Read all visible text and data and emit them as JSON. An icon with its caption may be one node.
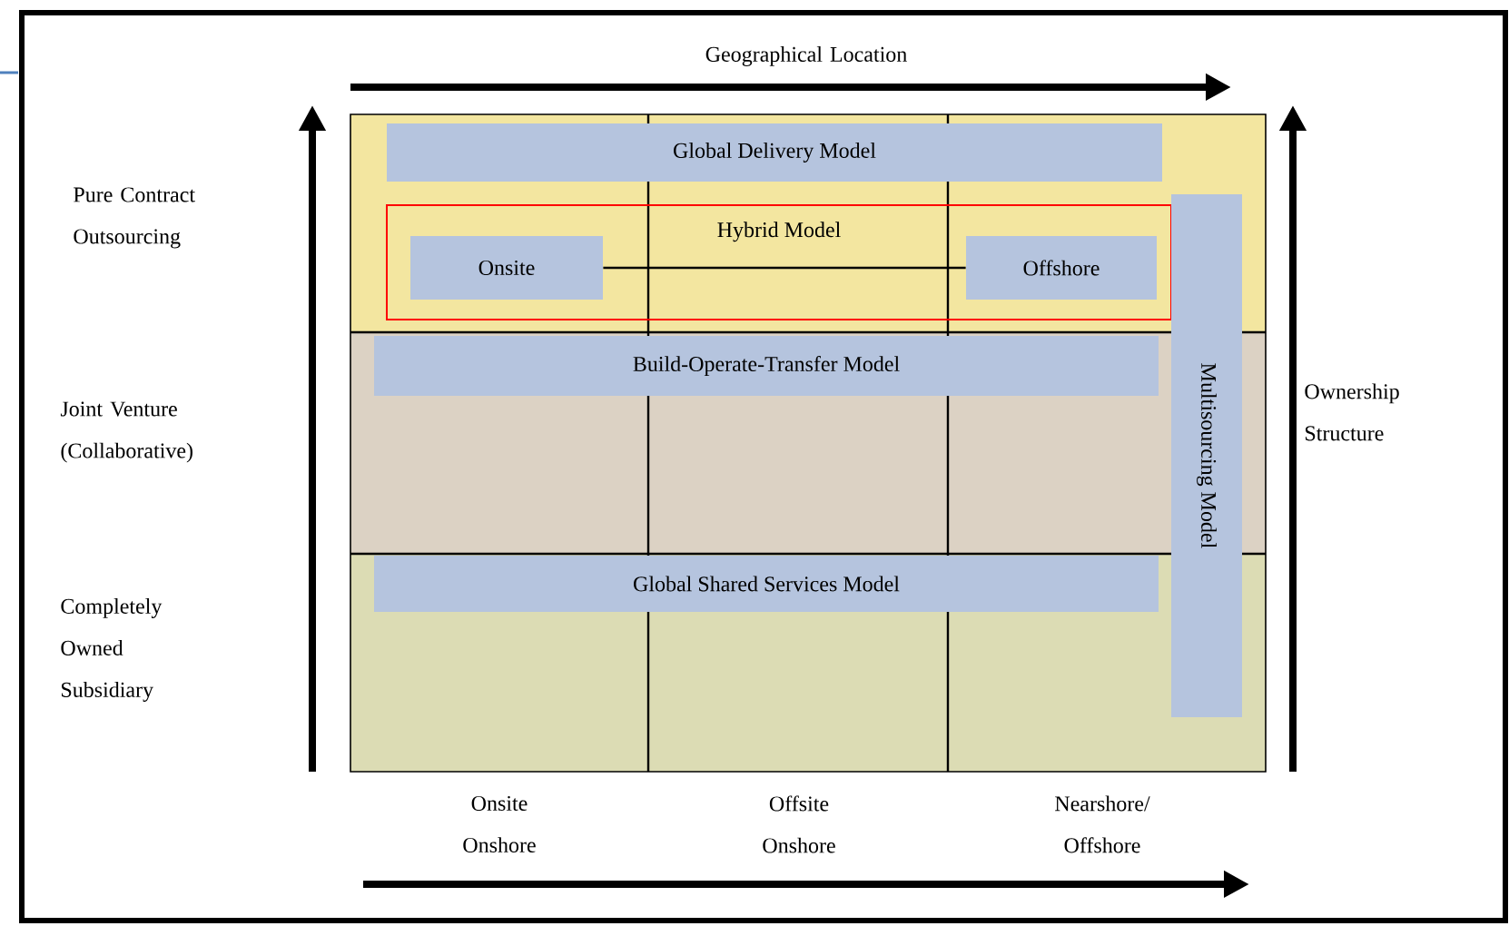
{
  "diagram": {
    "nodes": [
      {
        "text": [
          "Global Delivery Model"
        ]
      },
      {
        "text": [
          "Hybrid Model"
        ]
      },
      {
        "text": [
          "Onsite"
        ],
        "in": 1
      },
      {
        "text": [
          "Offshore"
        ],
        "in": 1
      },
      {
        "text": [
          "Build-Operate-Transfer Model"
        ]
      },
      {
        "text": [
          "Global Shared Services Model"
        ]
      },
      {
        "text": [
          "Multisourcing Model"
        ]
      }
    ],
    "edges": [
      {
        "from": 2,
        "to": 3,
        "arrow": "none"
      }
    ],
    "labels": [
      "Geographical Location",
      "Pure Contract Outsourcing",
      "Joint Venture (Collaborative)",
      "Completely Owned Subsidiary",
      "Ownership Structure",
      "Onsite Onshore",
      "Offsite Onshore",
      "Nearshore/ Offshore"
    ]
  }
}
